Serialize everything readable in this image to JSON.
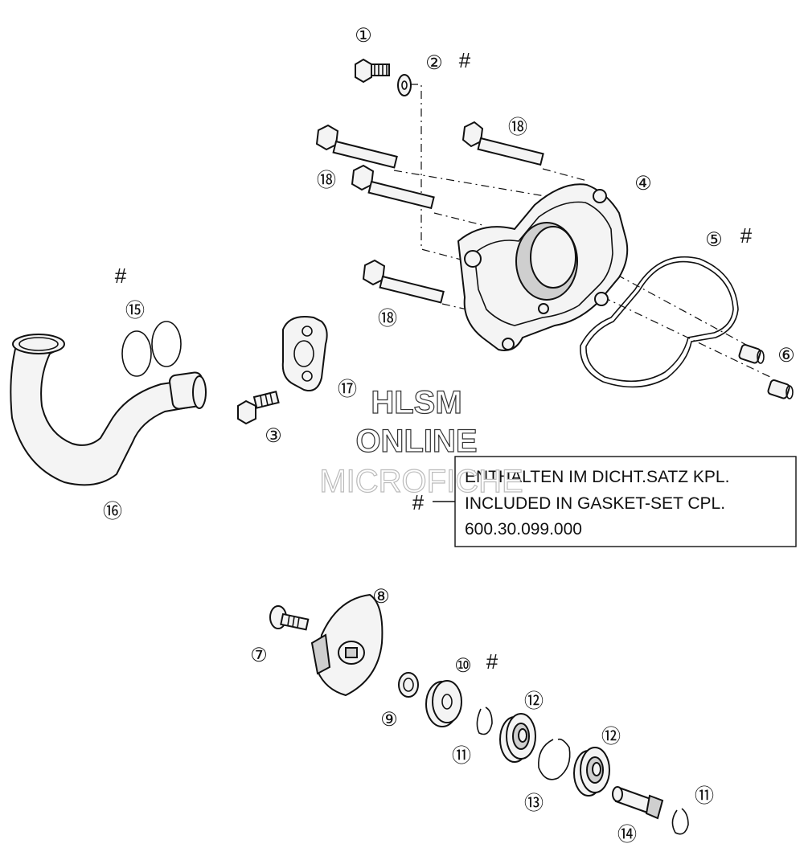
{
  "callouts": [
    {
      "num": "①",
      "hash": ""
    },
    {
      "num": "②",
      "hash": "#"
    },
    {
      "num": "③",
      "hash": ""
    },
    {
      "num": "④",
      "hash": ""
    },
    {
      "num": "⑤",
      "hash": "#"
    },
    {
      "num": "⑥",
      "hash": ""
    },
    {
      "num": "⑦",
      "hash": ""
    },
    {
      "num": "⑧",
      "hash": ""
    },
    {
      "num": "⑨",
      "hash": ""
    },
    {
      "num": "⑩",
      "hash": "#"
    },
    {
      "num": "⑪",
      "hash": ""
    },
    {
      "num": "⑪",
      "hash": ""
    },
    {
      "num": "⑫",
      "hash": ""
    },
    {
      "num": "⑫",
      "hash": ""
    },
    {
      "num": "⑬",
      "hash": ""
    },
    {
      "num": "⑭",
      "hash": ""
    },
    {
      "num": "⑮",
      "hash": "#"
    },
    {
      "num": "⑯",
      "hash": ""
    },
    {
      "num": "⑰",
      "hash": ""
    },
    {
      "num": "⑱",
      "hash": ""
    },
    {
      "num": "⑱",
      "hash": ""
    },
    {
      "num": "⑱",
      "hash": ""
    }
  ],
  "note": {
    "marker": "#",
    "line1": "ENTHALTEN IM DICHT.SATZ KPL.",
    "line2": "INCLUDED IN GASKET-SET CPL.",
    "line3": "600.30.099.000"
  },
  "watermark": {
    "line1": "HLSM",
    "line2": "ONLINE",
    "line3": "MICROFICHE"
  }
}
